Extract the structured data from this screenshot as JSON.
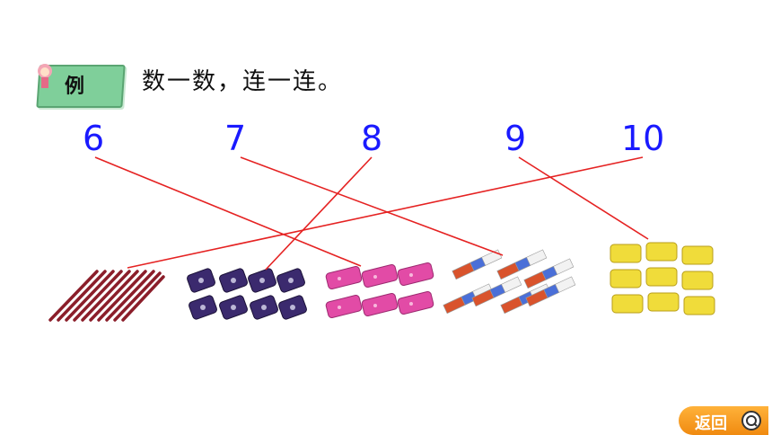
{
  "example": {
    "label": "例"
  },
  "instruction": "数一数，连一连。",
  "numbers": [
    "6",
    "7",
    "8",
    "9",
    "10"
  ],
  "groups": [
    {
      "name": "pencils",
      "count": 10
    },
    {
      "name": "sharpeners",
      "count": 8
    },
    {
      "name": "pencil-cases",
      "count": 6
    },
    {
      "name": "rulers",
      "count": 7
    },
    {
      "name": "sponges",
      "count": 9
    }
  ],
  "connections": [
    {
      "number": "6",
      "group": "pencil-cases"
    },
    {
      "number": "7",
      "group": "rulers"
    },
    {
      "number": "8",
      "group": "sharpeners"
    },
    {
      "number": "9",
      "group": "sponges"
    },
    {
      "number": "10",
      "group": "pencils"
    }
  ],
  "colors": {
    "number": "#1a1aff",
    "line": "#e52222",
    "badge": "#7fcf9a",
    "back": "#f39a1c"
  },
  "back_button": {
    "label": "返回",
    "icon": "search-icon"
  }
}
